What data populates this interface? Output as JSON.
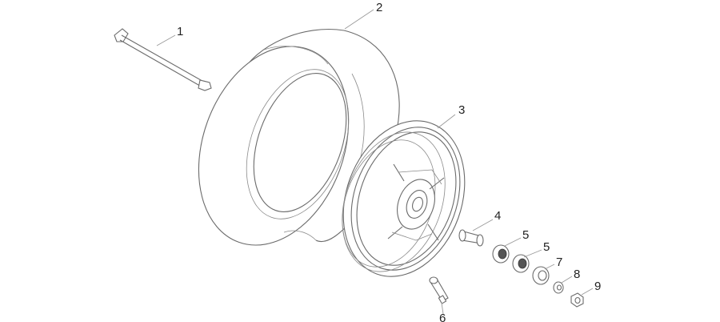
{
  "callouts": {
    "axle": "1",
    "tyre": "2",
    "rim": "3",
    "spacer": "4",
    "bearing_a": "5",
    "bearing_b": "5",
    "valve": "6",
    "seal": "7",
    "washer": "8",
    "nut": "9"
  }
}
